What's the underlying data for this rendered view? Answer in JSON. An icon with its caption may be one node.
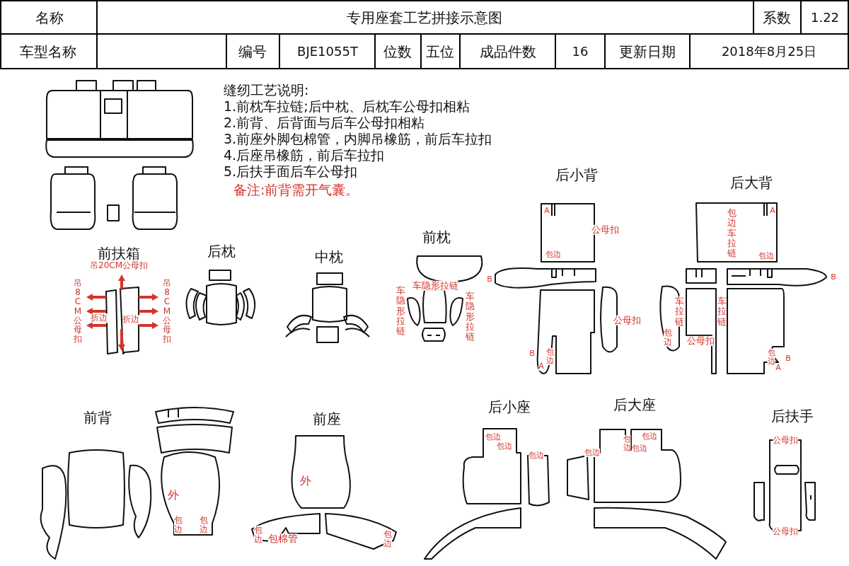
{
  "diagram": {
    "title": "专用座套工艺拼接示意图",
    "labels": [
      "名称",
      "系数",
      "1.22",
      "车型名称",
      "编号",
      "BJE1055T",
      "位数",
      "五位",
      "成品件数",
      "16",
      "更新日期",
      "2018年8月25日",
      "缝纫工艺说明:",
      "1.前枕车拉链;后中枕、后枕车公母扣相粘",
      "2.前背、后背面与后车公母扣相粘",
      "3.前座外脚包棉管，内脚吊橡筋，前后车拉扣",
      "4.后座吊橡筋，前后车拉扣",
      "5.后扶手面后车公母扣",
      "备注:前背需开气囊。",
      "后小背",
      "后大背",
      "A",
      "A",
      "公母扣",
      "包边车拉链",
      "前扶箱",
      "后枕",
      "中枕",
      "前枕",
      "包边",
      "包边",
      "吊20CM公母扣",
      "B",
      "B",
      "车隐形拉链",
      "吊8CM公母扣",
      "折边",
      "折边",
      "吊8CM公母扣",
      "车隐形拉链",
      "车隐形拉链",
      "公母扣",
      "车拉链",
      "车拉链",
      "包边",
      "公母扣",
      "B",
      "包边",
      "A",
      "包边",
      "B",
      "A",
      "前背",
      "前座",
      "后小座",
      "后大座",
      "后扶手",
      "包边",
      "包边",
      "包边",
      "包边",
      "包边",
      "包边",
      "包边",
      "公母扣",
      "外",
      "外",
      "包边",
      "包边",
      "公母扣",
      "包边",
      "包棉管",
      "包边"
    ]
  }
}
